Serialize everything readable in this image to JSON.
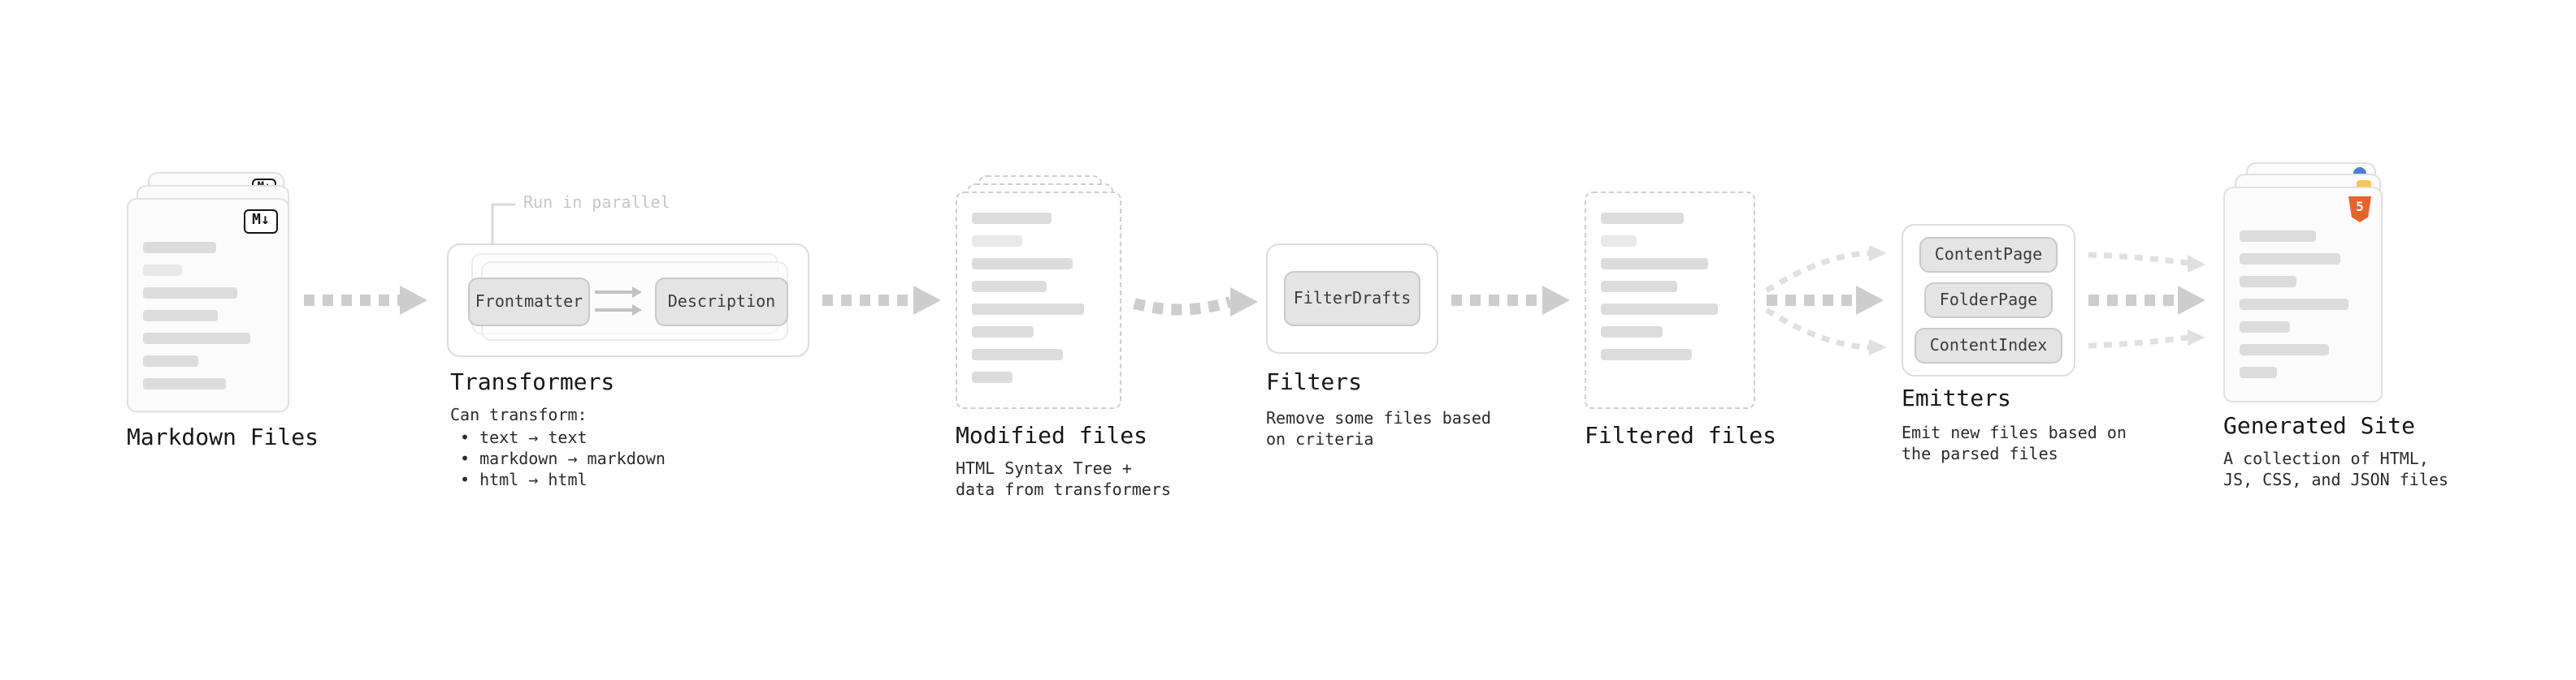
{
  "stages": {
    "markdown_files": {
      "label": "Markdown Files"
    },
    "transformers": {
      "label": "Transformers",
      "parallel_note": "Run in parallel",
      "step1": "Frontmatter",
      "step2": "Description",
      "can_transform_title": "Can transform:",
      "bullets": [
        "• text → text",
        "• markdown → markdown",
        "• html → html"
      ]
    },
    "modified_files": {
      "label": "Modified files",
      "description_lines": [
        "HTML Syntax Tree +",
        "data from transformers"
      ]
    },
    "filters": {
      "label": "Filters",
      "filter_name": "FilterDrafts",
      "description_lines": [
        "Remove some files based",
        "on criteria"
      ]
    },
    "filtered_files": {
      "label": "Filtered files"
    },
    "emitters": {
      "label": "Emitters",
      "emitter_names": [
        "ContentPage",
        "FolderPage",
        "ContentIndex"
      ],
      "description_lines": [
        "Emit new files based on",
        "the parsed files"
      ]
    },
    "generated_site": {
      "label": "Generated Site",
      "description_lines": [
        "A collection of HTML,",
        "JS, CSS, and JSON files"
      ]
    }
  },
  "icons": {
    "markdown_badge": "M↓",
    "html5_badge": "5"
  },
  "colors": {
    "arrow": "#cdcdcd",
    "arrow_light": "#e0e0e0",
    "box_border": "#dddddd",
    "button_bg": "#e4e4e4",
    "button_border": "#c9c9c9",
    "placeholder_line": "#dcdcdc",
    "html5_orange": "#e8622c",
    "js_yellow": "#f2c94c",
    "json_blue": "#4a7fd6"
  }
}
